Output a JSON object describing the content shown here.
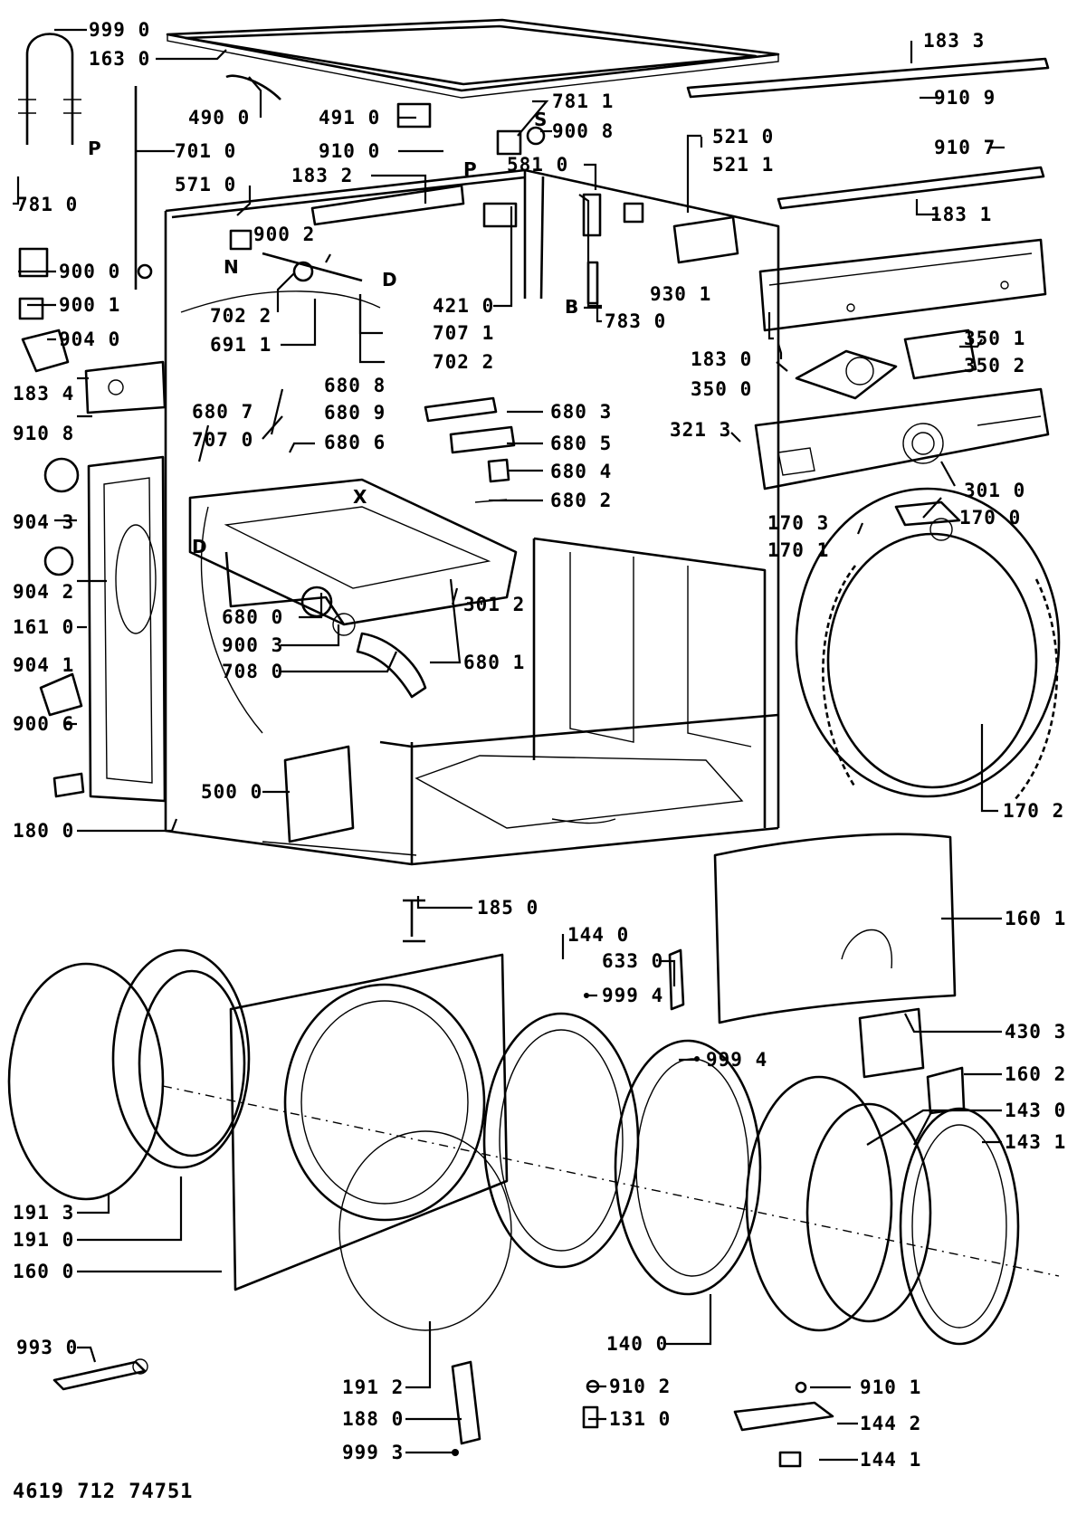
{
  "callouts": {
    "p9990": "999 0",
    "p1630": "163 0",
    "p7810": "781 0",
    "p7010": "701 0",
    "p4900": "490 0",
    "p4910": "491 0",
    "p9100": "910 0",
    "p5710": "571 0",
    "p1832": "183 2",
    "p7811": "781 1",
    "p9008": "900 8",
    "p5810": "581 0",
    "p5210": "521 0",
    "p5211": "521 1",
    "p1833": "183 3",
    "p9109": "910 9",
    "p9107": "910 7",
    "p1831": "183 1",
    "p9000": "900 0",
    "p9002": "900 2",
    "p9001": "900 1",
    "p7022a": "702 2",
    "p4210": "421 0",
    "p9301": "930 1",
    "p7830": "783 0",
    "p6911": "691 1",
    "p7071": "707 1",
    "p9040": "904 0",
    "p7022b": "702 2",
    "p1830": "183 0",
    "p3501": "350 1",
    "p3502": "350 2",
    "p1834": "183 4",
    "p6808": "680 8",
    "p3500": "350 0",
    "p6807": "680 7",
    "p6809": "680 9",
    "p6803": "680 3",
    "p9108": "910 8",
    "p7070": "707 0",
    "p3213": "321 3",
    "p6806": "680 6",
    "p6805": "680 5",
    "p6804": "680 4",
    "p3010": "301 0",
    "p9043": "904 3",
    "p6802": "680 2",
    "p1703": "170 3",
    "p1700": "170 0",
    "p1701": "170 1",
    "p9042": "904 2",
    "p6800": "680 0",
    "p3012": "301 2",
    "p1610": "161 0",
    "p9003": "900 3",
    "p9041": "904 1",
    "p7080": "708 0",
    "p6801": "680 1",
    "p9006": "900 6",
    "p5000": "500 0",
    "p1702": "170 2",
    "p1800": "180 0",
    "p1850": "185 0",
    "p1601": "160 1",
    "p1440": "144 0",
    "p6330": "633 0",
    "p9994a": "999 4",
    "p9994b": "999 4",
    "p4303": "430 3",
    "p1602": "160 2",
    "p1430": "143 0",
    "p1431": "143 1",
    "p1913": "191 3",
    "p1910": "191 0",
    "p1600": "160 0",
    "p1400": "140 0",
    "p9930": "993 0",
    "p1912": "191 2",
    "p9102": "910 2",
    "p9101": "910 1",
    "p1880": "188 0",
    "p1310": "131 0",
    "p1442": "144 2",
    "p9993": "999 3",
    "p1441": "144 1"
  },
  "letters": {
    "P_hose": "P",
    "N": "N",
    "S": "S",
    "P_valve": "P",
    "D_top": "D",
    "B": "B",
    "X": "X",
    "D_left": "D"
  },
  "footer": "4619 712 74751"
}
